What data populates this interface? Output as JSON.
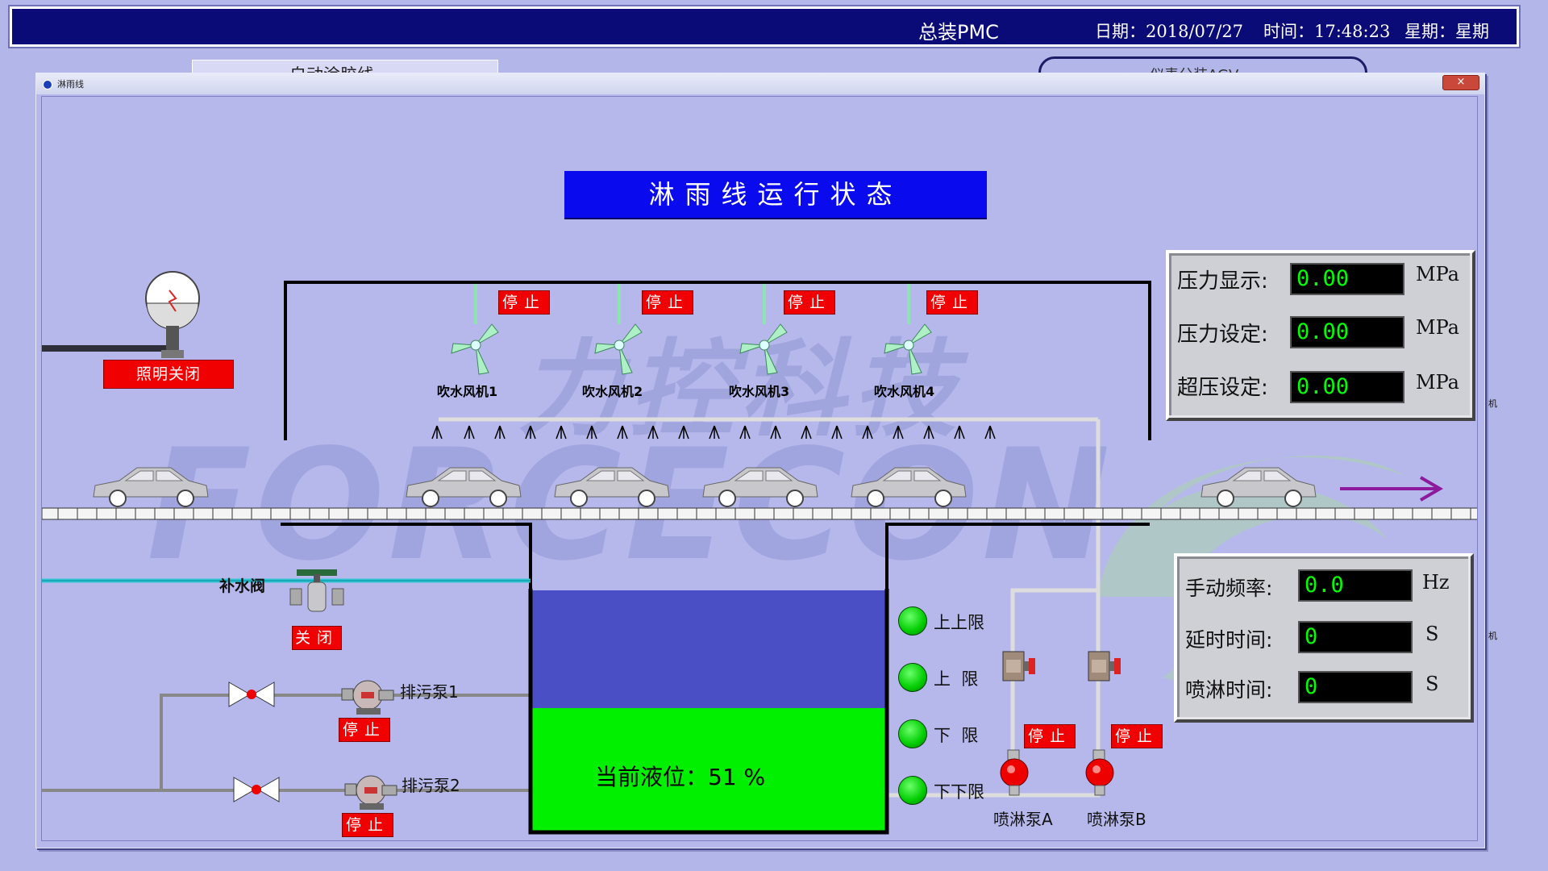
{
  "header": {
    "title": "总装PMC",
    "date": "日期：2018/07/27",
    "time": "时间：17:48:23",
    "weekday": "星期：星期"
  },
  "background_tabs": {
    "left": "自动涂胶线",
    "right": "仪表分装AGV"
  },
  "window": {
    "title": "淋雨线",
    "close": "×"
  },
  "banner": "淋雨线运行状态",
  "lighting": {
    "status": "照明关闭"
  },
  "fans": [
    {
      "label": "吹水风机1",
      "status": "停止"
    },
    {
      "label": "吹水风机2",
      "status": "停止"
    },
    {
      "label": "吹水风机3",
      "status": "停止"
    },
    {
      "label": "吹水风机4",
      "status": "停止"
    }
  ],
  "pressure_panel": {
    "display_label": "压力显示:",
    "display_value": "0.00",
    "display_unit": "MPa",
    "set_label": "压力设定:",
    "set_value": "0.00",
    "set_unit": "MPa",
    "over_label": "超压设定:",
    "over_value": "0.00",
    "over_unit": "MPa"
  },
  "makeup_valve": {
    "label": "补水阀",
    "status": "关闭"
  },
  "drain_pumps": [
    {
      "label": "排污泵1",
      "status": "停止"
    },
    {
      "label": "排污泵2",
      "status": "停止"
    }
  ],
  "tank": {
    "level_text": "当前液位：51  %",
    "level_fraction": 0.51
  },
  "level_switches": [
    {
      "label": "上上限"
    },
    {
      "label": "上  限"
    },
    {
      "label": "下  限"
    },
    {
      "label": "下下限"
    }
  ],
  "spray_pumps": [
    {
      "label": "喷淋泵A",
      "status": "停止"
    },
    {
      "label": "喷淋泵B",
      "status": "停止"
    }
  ],
  "control_panel": {
    "freq_label": "手动频率:",
    "freq_value": "0.0",
    "freq_unit": "Hz",
    "delay_label": "延时时间:",
    "delay_value": "0",
    "delay_unit": "S",
    "spray_label": "喷淋时间:",
    "spray_value": "0",
    "spray_unit": "S"
  },
  "watermark": {
    "cn": "力控科技",
    "en": "FORCECON"
  },
  "edge_labels": {
    "right_a": "机",
    "right_b": "机"
  },
  "colors": {
    "header_bg": "#0b0b78",
    "banner_bg": "#0a0aee",
    "stop_red": "#f00000",
    "water_blue": "#4a4fc6",
    "level_green": "#00f000",
    "lamp_green": "#00cc00",
    "arrow_purple": "#8b1a9c"
  }
}
